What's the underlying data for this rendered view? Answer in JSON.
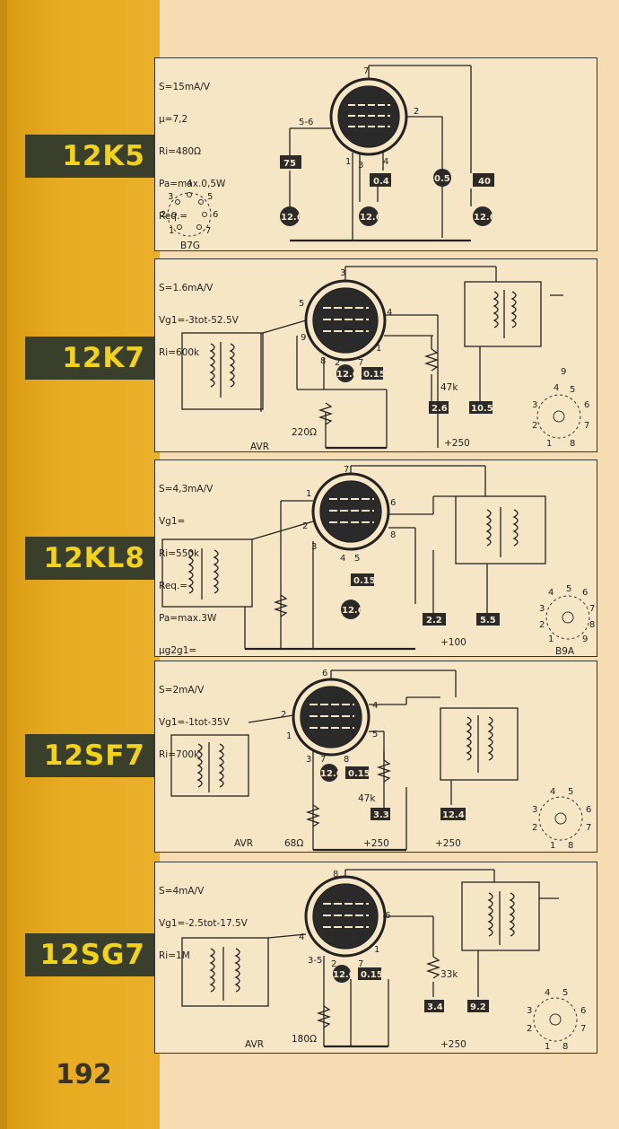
{
  "page_number": "192",
  "tubes": [
    {
      "name": "12K5",
      "specs": [
        "S=15mA/V",
        "μ=7,2",
        "Ri=480Ω",
        "Pa=max.0,5W",
        "Req.="
      ],
      "pins": {
        "top": "7",
        "left": "5-6",
        "right": "2",
        "bottom": [
          "1",
          "3",
          "4"
        ]
      },
      "values": [
        "75",
        "0.4",
        "0.5",
        "40",
        "12.6",
        "12.6",
        "12.6"
      ],
      "base": "B7G",
      "base_pins": [
        "4",
        "3",
        "5",
        "2",
        "6",
        "1",
        "7"
      ]
    },
    {
      "name": "12K7",
      "specs": [
        "S=1.6mA/V",
        "Vg1=-3tot-52.5V",
        "Ri=600k"
      ],
      "pins": {
        "top": "3",
        "left": "5",
        "right": "4",
        "g": "9",
        "bottom": [
          "8",
          "2",
          "7",
          "1"
        ]
      },
      "values": [
        "12.6",
        "0.15",
        "2.6",
        "10.5"
      ],
      "labels": [
        "47k",
        "220Ω",
        "AVR",
        "+250"
      ],
      "base_pins": [
        "4",
        "5",
        "3",
        "6",
        "2",
        "7",
        "1",
        "8",
        "9"
      ]
    },
    {
      "name": "12KL8",
      "specs": [
        "S=4,3mA/V",
        "Vg1=",
        "Ri=550k",
        "Req.=",
        "Pa=max.3W",
        "μg2g1="
      ],
      "pins": {
        "top": "7",
        "left": "1",
        "left2": "2",
        "right": "6",
        "right2": "8",
        "bottom": [
          "3",
          "4",
          "5"
        ]
      },
      "values": [
        "0.15",
        "12.6",
        "2.2",
        "5.5"
      ],
      "labels": [
        "+100"
      ],
      "base": "B9A",
      "base_pins": [
        "4",
        "5",
        "6",
        "3",
        "7",
        "2",
        "8",
        "1",
        "9"
      ]
    },
    {
      "name": "12SF7",
      "specs": [
        "S=2mA/V",
        "Vg1=-1tot-35V",
        "Ri=700k"
      ],
      "pins": {
        "top": "6",
        "left": "2",
        "right": "4",
        "right2": "5",
        "g": "1",
        "bottom": [
          "3",
          "7",
          "8"
        ]
      },
      "values": [
        "12.6",
        "0.15",
        "3.3",
        "12.4"
      ],
      "labels": [
        "47k",
        "68Ω",
        "AVR",
        "+250",
        "+250"
      ],
      "base_pins": [
        "4",
        "5",
        "3",
        "6",
        "2",
        "7",
        "1",
        "8"
      ]
    },
    {
      "name": "12SG7",
      "specs": [
        "S=4mA/V",
        "Vg1=-2.5tot-17.5V",
        "Ri=1M"
      ],
      "pins": {
        "top": "8",
        "left": "4",
        "right": "6",
        "bottom": [
          "3-5",
          "2",
          "7",
          "1"
        ]
      },
      "values": [
        "12.6",
        "0.15",
        "3.4",
        "9.2"
      ],
      "labels": [
        "33k",
        "180Ω",
        "AVR",
        "+250"
      ],
      "base_pins": [
        "4",
        "5",
        "3",
        "6",
        "2",
        "7",
        "1",
        "8"
      ]
    }
  ]
}
